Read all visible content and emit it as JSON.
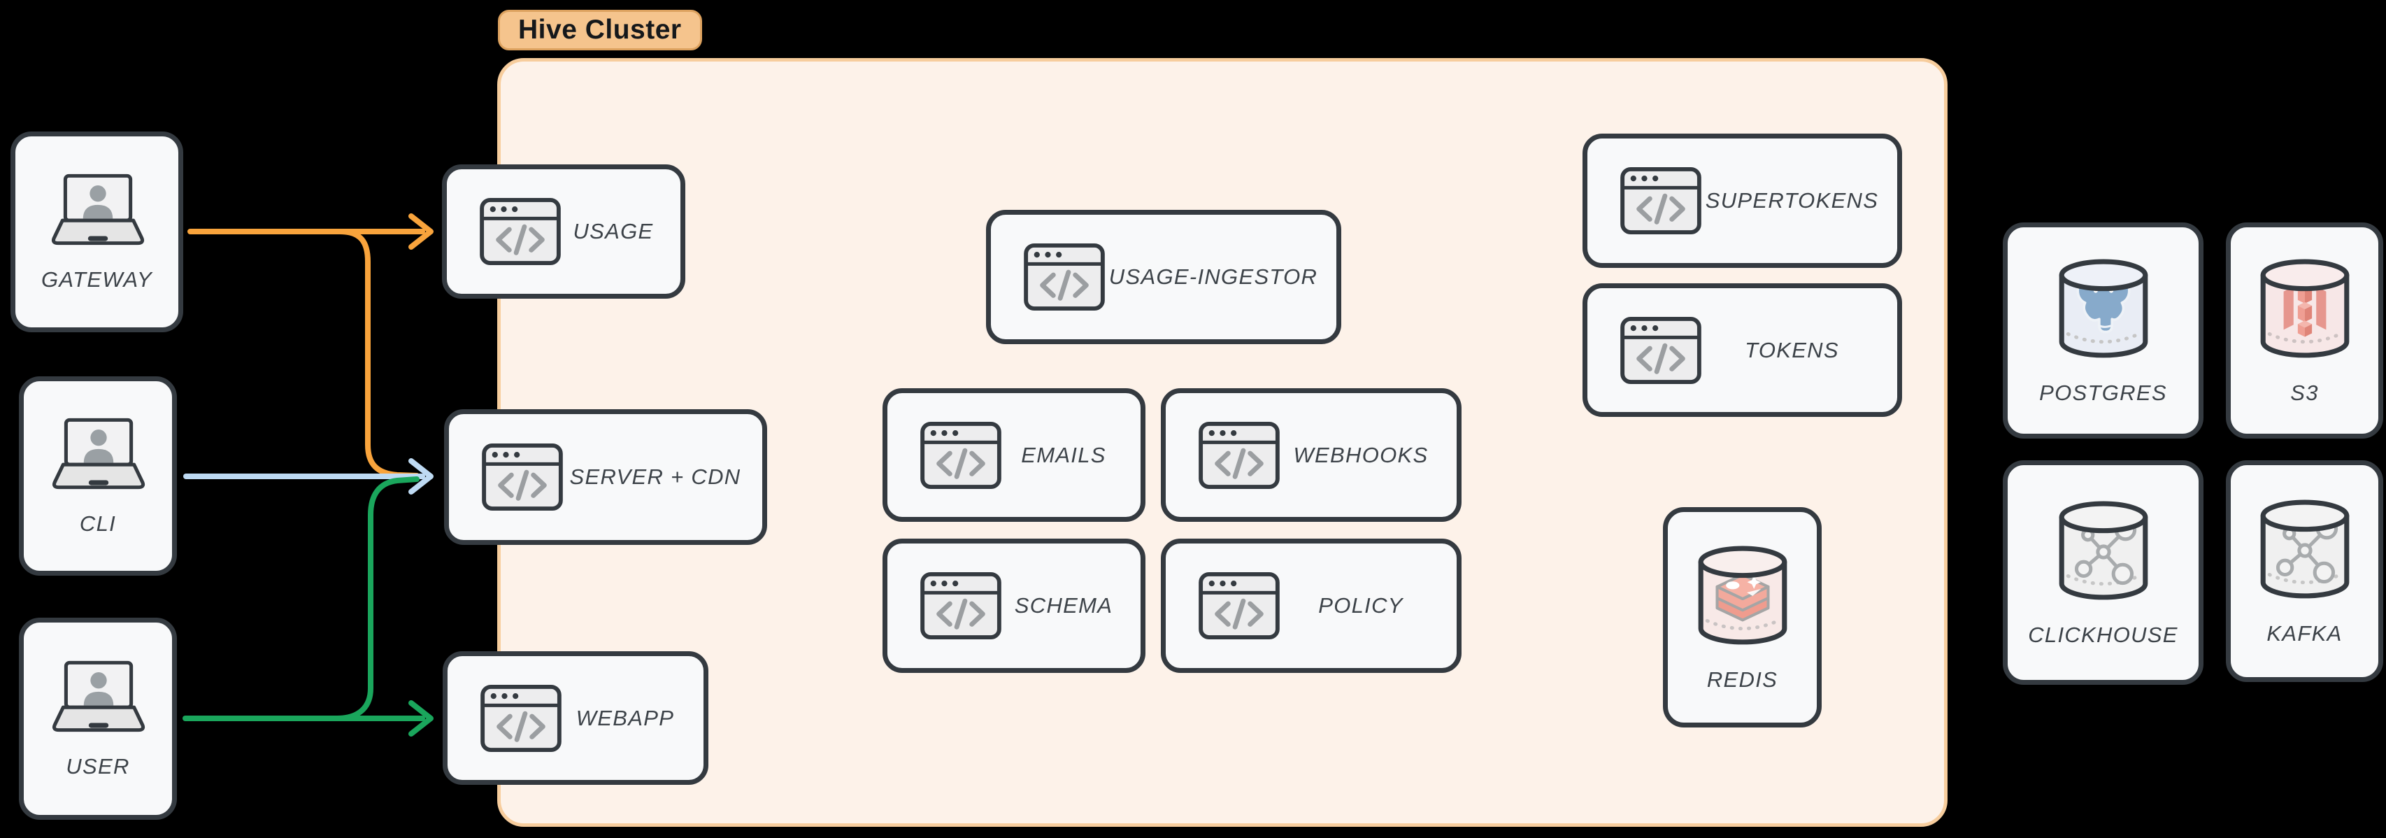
{
  "diagram_title": "Hive Cluster",
  "cluster": {
    "label": "Hive Cluster",
    "fill": "#fdf2e9",
    "border_color": "#f7cd9d",
    "badge_fill": "#f5c48d"
  },
  "actors": [
    {
      "id": "gateway",
      "label": "GATEWAY",
      "icon": "laptop-user-icon"
    },
    {
      "id": "cli",
      "label": "CLI",
      "icon": "laptop-user-icon"
    },
    {
      "id": "user",
      "label": "USER",
      "icon": "laptop-user-icon"
    }
  ],
  "services": [
    {
      "id": "usage",
      "label": "USAGE",
      "icon": "code-window-icon"
    },
    {
      "id": "server_cdn",
      "label": "SERVER + CDN",
      "icon": "code-window-icon"
    },
    {
      "id": "webapp",
      "label": "WEBAPP",
      "icon": "code-window-icon"
    },
    {
      "id": "usage_ingestor",
      "label": "USAGE-INGESTOR",
      "icon": "code-window-icon"
    },
    {
      "id": "emails",
      "label": "EMAILS",
      "icon": "code-window-icon"
    },
    {
      "id": "webhooks",
      "label": "WEBHOOKS",
      "icon": "code-window-icon"
    },
    {
      "id": "schema",
      "label": "SCHEMA",
      "icon": "code-window-icon"
    },
    {
      "id": "policy",
      "label": "POLICY",
      "icon": "code-window-icon"
    },
    {
      "id": "supertokens",
      "label": "SUPERTOKENS",
      "icon": "code-window-icon"
    },
    {
      "id": "tokens",
      "label": "TOKENS",
      "icon": "code-window-icon"
    }
  ],
  "datastores": [
    {
      "id": "redis",
      "label": "REDIS",
      "icon": "redis-database-icon"
    },
    {
      "id": "postgres",
      "label": "POSTGRES",
      "icon": "postgres-database-icon"
    },
    {
      "id": "s3",
      "label": "S3",
      "icon": "s3-database-icon"
    },
    {
      "id": "clickhouse",
      "label": "CLICKHOUSE",
      "icon": "clickhouse-database-icon"
    },
    {
      "id": "kafka",
      "label": "KAFKA",
      "icon": "kafka-database-icon"
    }
  ],
  "arrows": [
    {
      "from": "GATEWAY",
      "to": "USAGE",
      "color": "#f9a43c"
    },
    {
      "from": "GATEWAY",
      "to": "SERVER + CDN",
      "color": "#f9a43c"
    },
    {
      "from": "CLI",
      "to": "SERVER + CDN",
      "color": "#bedaf3"
    },
    {
      "from": "USER",
      "to": "SERVER + CDN",
      "color": "#1aa65c"
    },
    {
      "from": "USER",
      "to": "WEBAPP",
      "color": "#1aa65c"
    }
  ],
  "colors": {
    "background": "#000000",
    "node_fill": "#f8f9fa",
    "node_border": "#343a40",
    "label_color": "#3d4349",
    "arrow_orange": "#f9a43c",
    "arrow_blue": "#bedaf3",
    "arrow_green": "#1aa65c"
  }
}
